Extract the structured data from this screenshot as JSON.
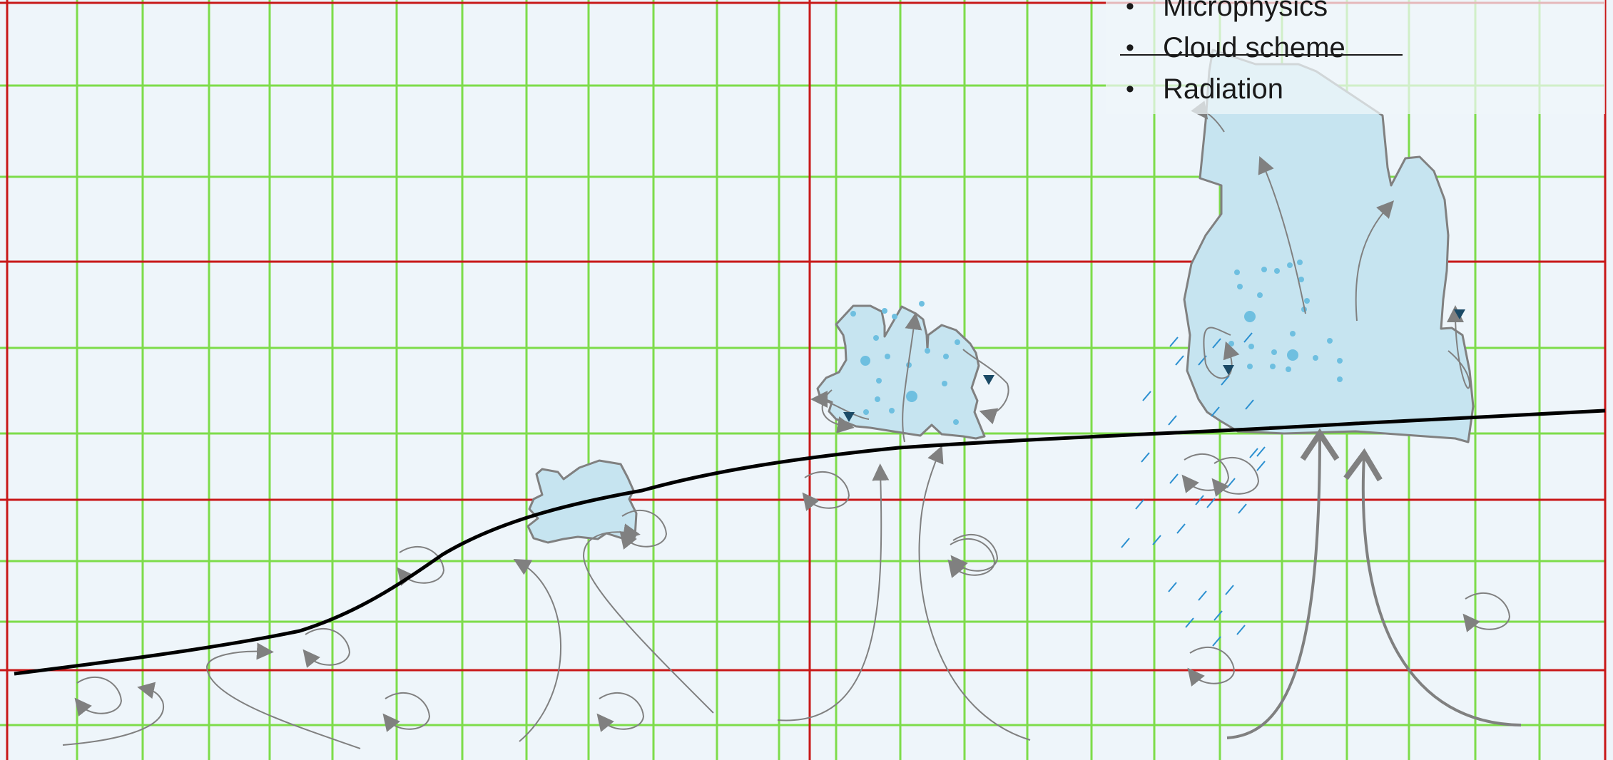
{
  "legend": {
    "items": [
      {
        "label": "Microphysics",
        "struck": false
      },
      {
        "label": "Cloud scheme",
        "struck": true
      },
      {
        "label": "Radiation",
        "struck": false
      }
    ]
  },
  "colors": {
    "background": "#eef5fa",
    "coarse_grid": "#c81818",
    "fine_grid": "#7ddc4a",
    "cloud_fill": "#c6e4f0",
    "cloud_outline": "#808080",
    "droplet": "#6ebfe0",
    "rain_streak": "#2a8fd0",
    "triangle_marker": "#1b4a66",
    "airflow_arrow": "#808080",
    "boundary_line": "#000000"
  },
  "icons": {
    "bullet": "•",
    "updraft": "updraft-arrow-icon",
    "eddy": "eddy-arrow-icon",
    "particle_marker": "triangle-marker-icon"
  }
}
